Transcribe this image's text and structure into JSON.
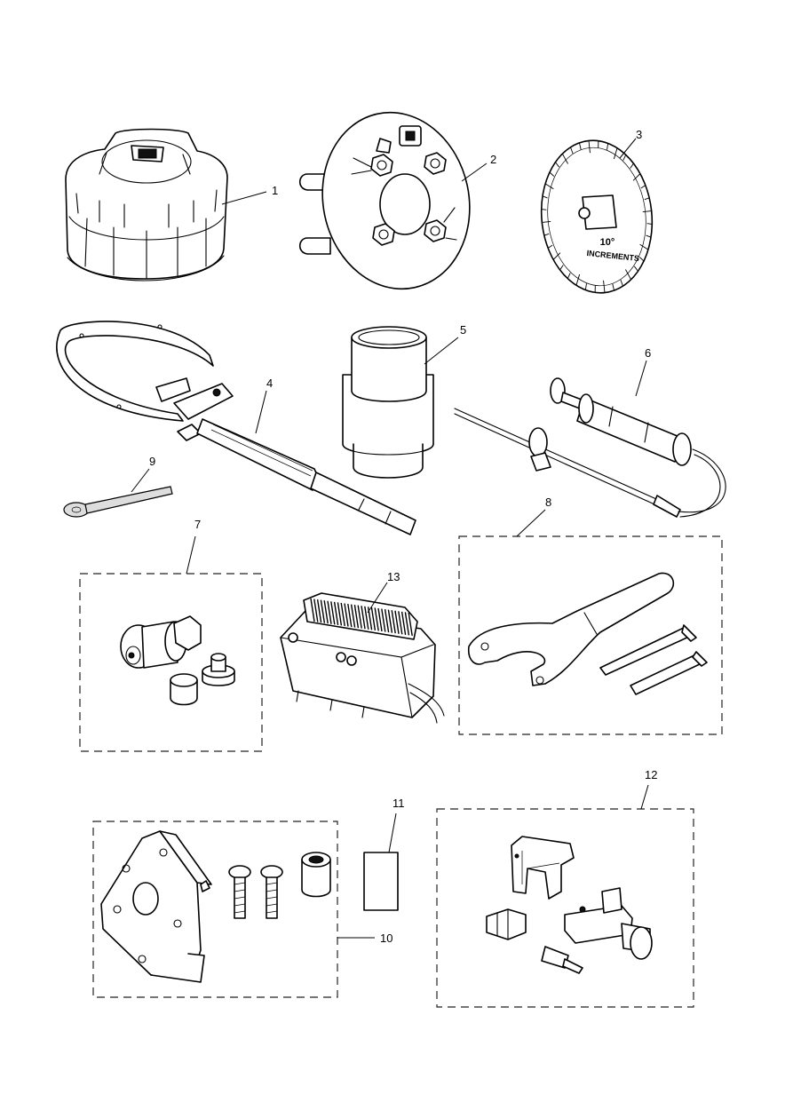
{
  "callouts": [
    {
      "id": "1",
      "label": "1"
    },
    {
      "id": "2",
      "label": "2"
    },
    {
      "id": "3",
      "label": "3"
    },
    {
      "id": "4",
      "label": "4"
    },
    {
      "id": "5",
      "label": "5"
    },
    {
      "id": "6",
      "label": "6"
    },
    {
      "id": "7",
      "label": "7"
    },
    {
      "id": "8",
      "label": "8"
    },
    {
      "id": "9",
      "label": "9"
    },
    {
      "id": "10",
      "label": "10"
    },
    {
      "id": "11",
      "label": "11"
    },
    {
      "id": "12",
      "label": "12"
    },
    {
      "id": "13",
      "label": "13"
    }
  ],
  "dial": {
    "line1": "10°",
    "line2": "INCREMENTS"
  },
  "colors": {
    "ink": "#000000",
    "paper": "#ffffff",
    "box_dash": "#222222"
  }
}
